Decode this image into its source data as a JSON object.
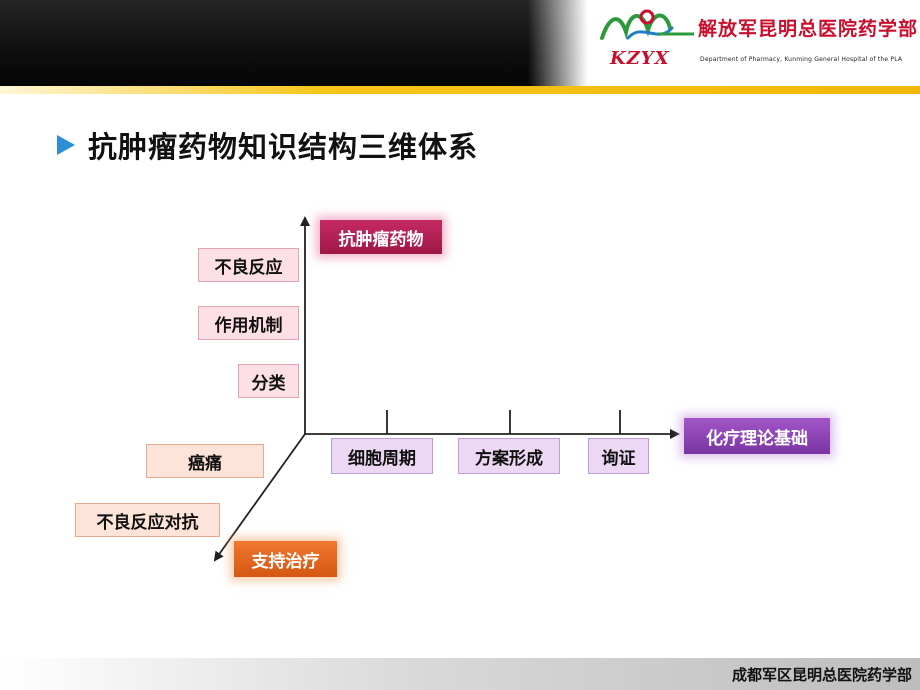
{
  "header": {
    "logo_cn": "解放军昆明总医院药学部",
    "logo_abbr": "KZYX",
    "logo_en": "Department of Pharmacy, Kunming General Hospital of the PLA"
  },
  "title": "抗肿瘤药物知识结构三维体系",
  "diagram": {
    "y_axis": {
      "head": "抗肿瘤药物",
      "items": [
        "不良反应",
        "作用机制",
        "分类"
      ]
    },
    "x_axis": {
      "head": "化疗理论基础",
      "items": [
        "细胞周期",
        "方案形成",
        "询证"
      ]
    },
    "z_axis": {
      "head": "支持治疗",
      "items": [
        "癌痛",
        "不良反应对抗"
      ]
    }
  },
  "footer": "成都军区昆明总医院药学部",
  "colors": {
    "header_bg": "#111111",
    "accent_yellow": "#f2b705",
    "y_head": "#a8194a",
    "x_head": "#8a3db5",
    "z_head": "#e0651e",
    "title_arrow": "#2c8fd6"
  }
}
